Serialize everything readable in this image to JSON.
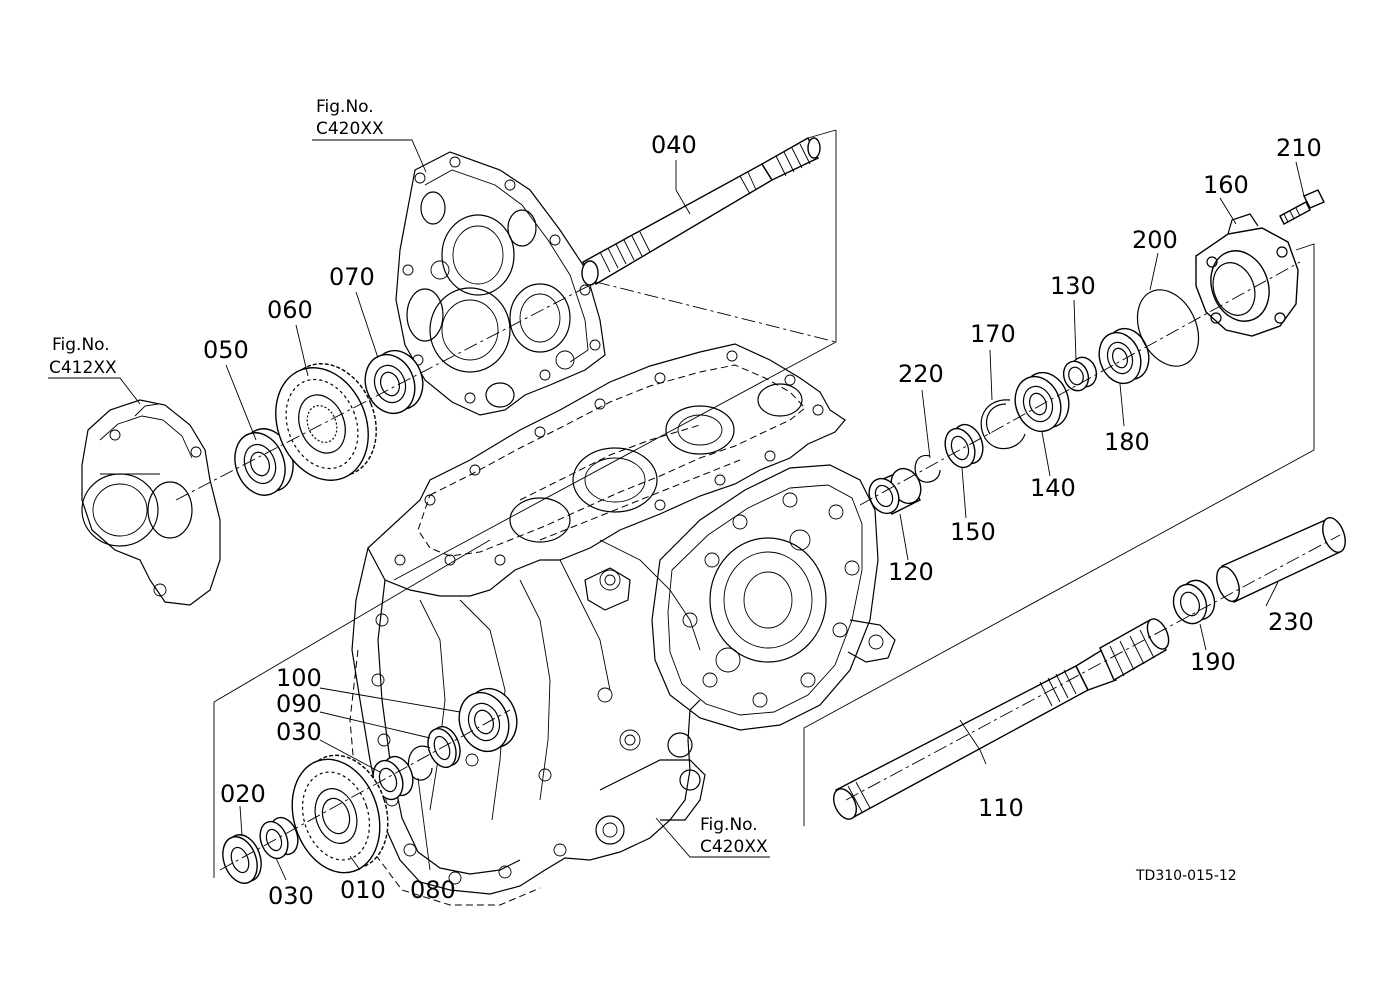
{
  "drawing_id": "TD310-015-12",
  "figure_refs": [
    {
      "name": "fig-ref-top",
      "label": "Fig.No.",
      "code": "C420XX"
    },
    {
      "name": "fig-ref-left",
      "label": "Fig.No.",
      "code": "C412XX"
    },
    {
      "name": "fig-ref-bottom",
      "label": "Fig.No.",
      "code": "C420XX"
    }
  ],
  "parts": [
    {
      "num": "010",
      "name": "gear"
    },
    {
      "num": "020",
      "name": "collar"
    },
    {
      "num": "030",
      "name": "needle-bearing"
    },
    {
      "num": "030",
      "name": "needle-bearing"
    },
    {
      "num": "040",
      "name": "shaft"
    },
    {
      "num": "050",
      "name": "ball-bearing"
    },
    {
      "num": "060",
      "name": "gear"
    },
    {
      "num": "070",
      "name": "ball-bearing"
    },
    {
      "num": "080",
      "name": "circlip"
    },
    {
      "num": "090",
      "name": "collar"
    },
    {
      "num": "100",
      "name": "ball-bearing"
    },
    {
      "num": "110",
      "name": "pto-shaft"
    },
    {
      "num": "120",
      "name": "needle-bearing"
    },
    {
      "num": "130",
      "name": "collar"
    },
    {
      "num": "140",
      "name": "ball-bearing"
    },
    {
      "num": "150",
      "name": "oil-seal"
    },
    {
      "num": "160",
      "name": "bearing-holder"
    },
    {
      "num": "170",
      "name": "internal-circlip"
    },
    {
      "num": "180",
      "name": "ball-bearing"
    },
    {
      "num": "190",
      "name": "oil-seal"
    },
    {
      "num": "200",
      "name": "o-ring"
    },
    {
      "num": "210",
      "name": "bolt"
    },
    {
      "num": "220",
      "name": "circlip"
    },
    {
      "num": "230",
      "name": "shaft-cover"
    }
  ]
}
